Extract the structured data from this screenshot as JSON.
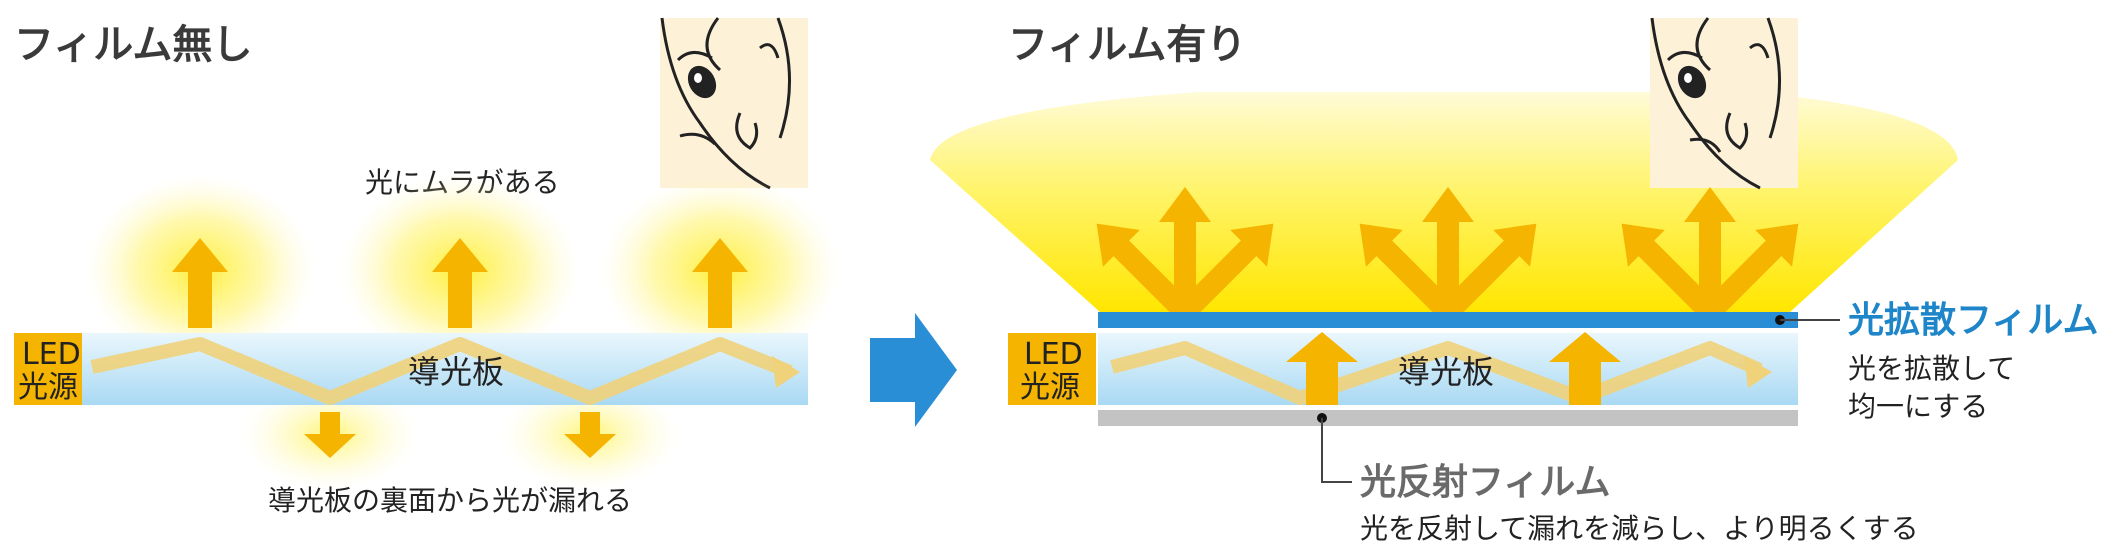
{
  "left": {
    "title": "フィルム無し",
    "led_label_line1": "LED",
    "led_label_line2": "光源",
    "plate_label": "導光板",
    "uneven_label": "光にムラがある",
    "leak_label": "導光板の裏面から光が漏れる"
  },
  "right": {
    "title": "フィルム有り",
    "led_label_line1": "LED",
    "led_label_line2": "光源",
    "plate_label": "導光板",
    "diffuser_title": "光拡散フィルム",
    "diffuser_desc_line1": "光を拡散して",
    "diffuser_desc_line2": "均一にする",
    "reflector_title": "光反射フィルム",
    "reflector_desc": "光を反射して漏れを減らし、より明るくする"
  },
  "colors": {
    "arrow_orange": "#f5b400",
    "glow_yellow": "#ffee00",
    "plate_blue_light": "#dff2fb",
    "plate_blue": "#a9d9f3",
    "diffuser_blue": "#2a8ed6",
    "reflector_gray": "#c3c3c3",
    "transition_arrow": "#2a8ed6",
    "led_yellow": "#f5b400"
  },
  "icons": {
    "face": "person-face-icon",
    "arrow": "transition-arrow-icon"
  }
}
